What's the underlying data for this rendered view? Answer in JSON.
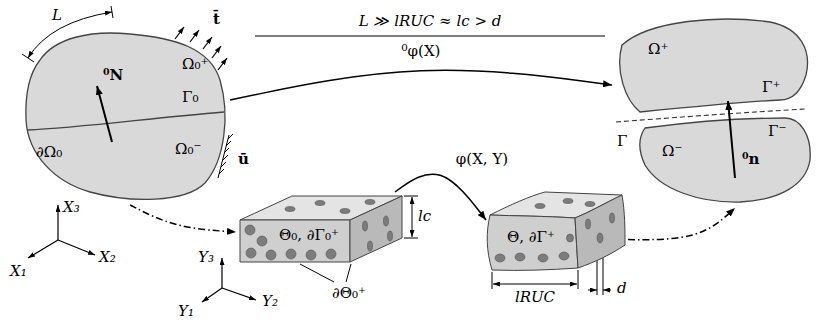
{
  "diagram": {
    "nodes": [
      {
        "text": [
          "Ω₀⁺",
          "Ω₀⁻"
        ]
      },
      {
        "text": [
          "Θ₀, ∂Γ₀⁺"
        ]
      },
      {
        "text": [
          "Θ, ∂Γ⁺"
        ]
      },
      {
        "text": [
          "Ω⁺",
          "Ω⁻"
        ]
      }
    ],
    "edges": [
      {
        "from": 0,
        "to": 3,
        "arrow": "to",
        "label": "⁰φ(X)"
      },
      {
        "from": 1,
        "to": 2,
        "arrow": "to",
        "label": "φ(X, Y)"
      },
      {
        "from": 0,
        "to": 1,
        "arrow": "to"
      },
      {
        "from": 2,
        "to": 3,
        "arrow": "to"
      }
    ],
    "labels": [
      "L",
      "L ≫ lRUC ≈ lc > d",
      "t̄",
      "⁰N",
      "Γ₀",
      "∂Ω₀",
      "ū",
      "X₃",
      "X₁",
      "X₂",
      "lc",
      "Y₃",
      "Y₁",
      "Y₂",
      "∂Θ₀⁺",
      "lRUC",
      "d",
      "Γ⁺",
      "Γ⁻",
      "Γ",
      "⁰n"
    ]
  }
}
